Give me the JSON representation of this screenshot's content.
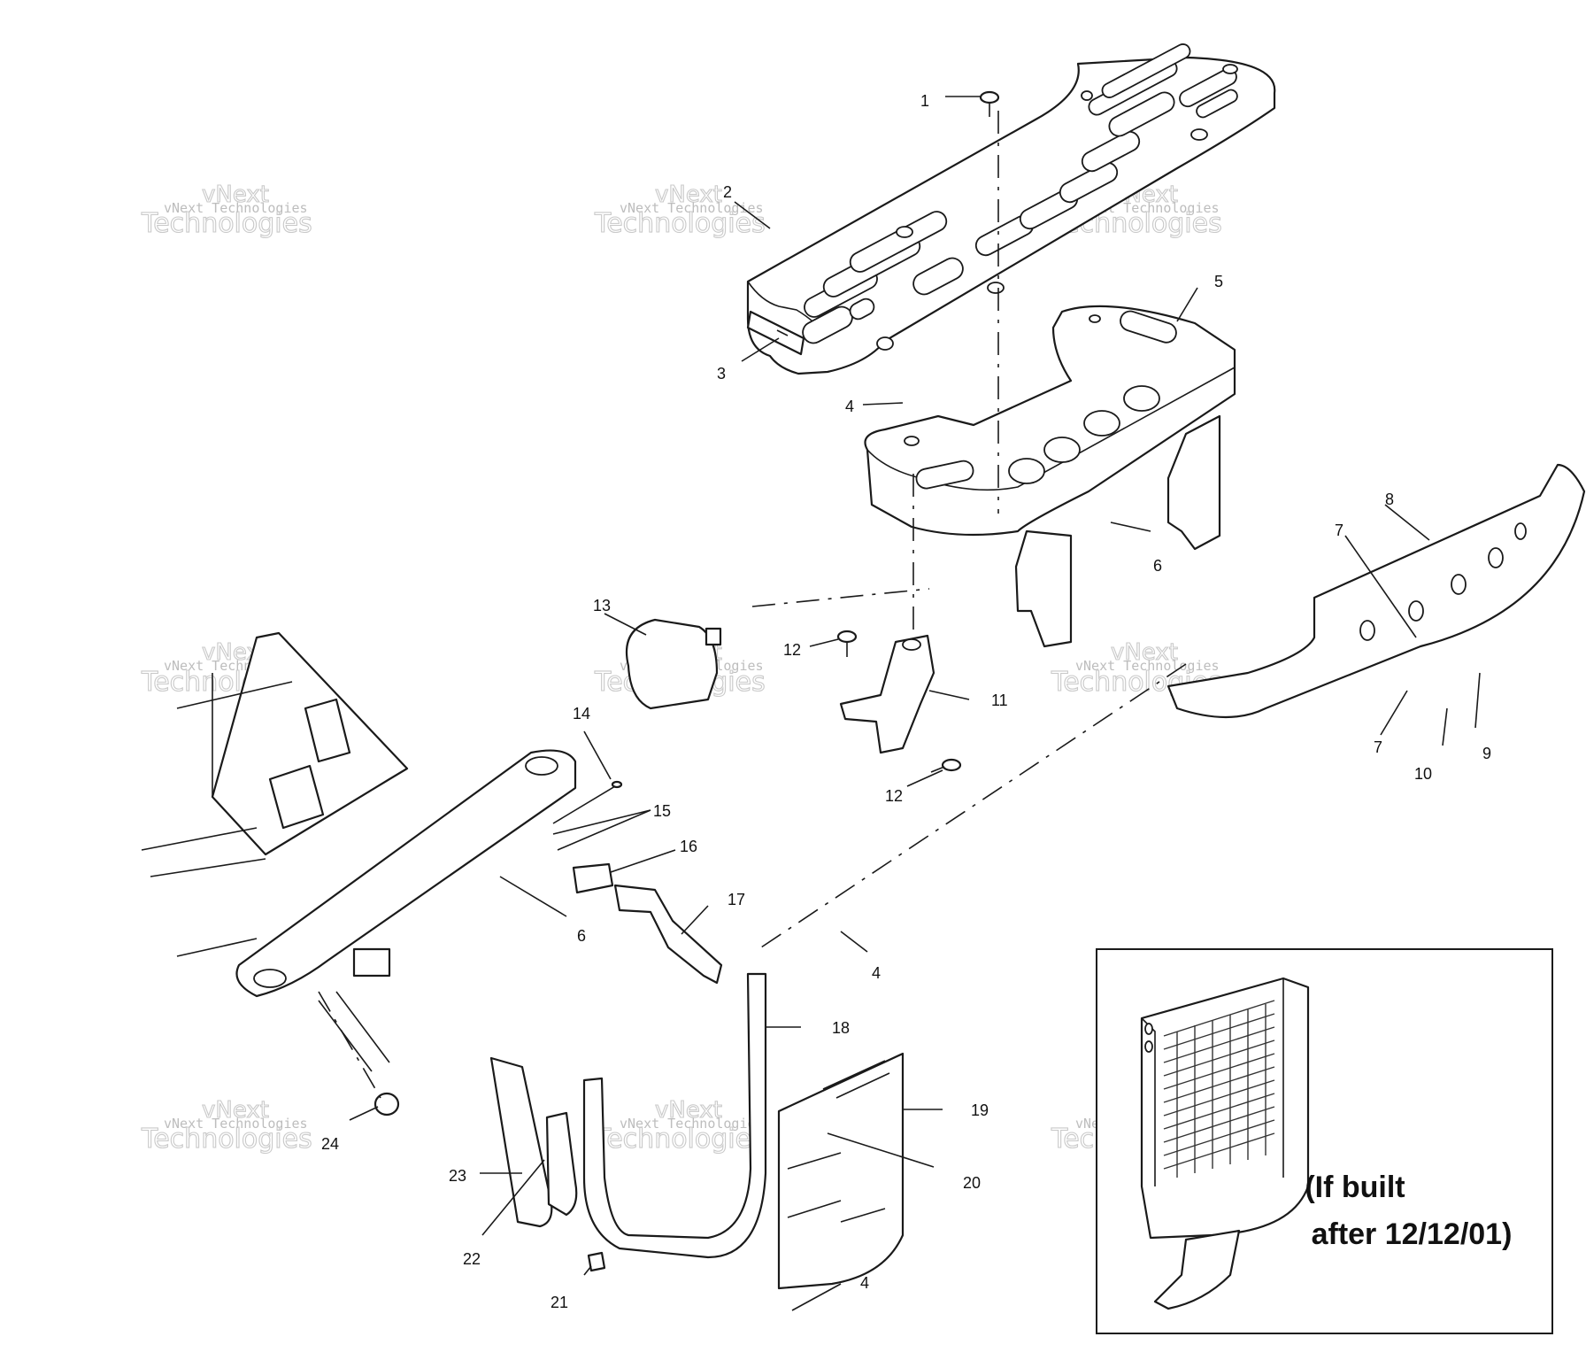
{
  "callouts": [
    {
      "id": "c1",
      "label": "1"
    },
    {
      "id": "c2",
      "label": "2"
    },
    {
      "id": "c3",
      "label": "3"
    },
    {
      "id": "c4a",
      "label": "4"
    },
    {
      "id": "c5",
      "label": "5"
    },
    {
      "id": "c6a",
      "label": "6"
    },
    {
      "id": "c7a",
      "label": "7"
    },
    {
      "id": "c8",
      "label": "8"
    },
    {
      "id": "c7b",
      "label": "7"
    },
    {
      "id": "c9",
      "label": "9"
    },
    {
      "id": "c10",
      "label": "10"
    },
    {
      "id": "c11",
      "label": "11"
    },
    {
      "id": "c12a",
      "label": "12"
    },
    {
      "id": "c12b",
      "label": "12"
    },
    {
      "id": "c13",
      "label": "13"
    },
    {
      "id": "c14",
      "label": "14"
    },
    {
      "id": "c15",
      "label": "15"
    },
    {
      "id": "c16",
      "label": "16"
    },
    {
      "id": "c6b",
      "label": "6"
    },
    {
      "id": "c17",
      "label": "17"
    },
    {
      "id": "c4b",
      "label": "4"
    },
    {
      "id": "c18",
      "label": "18"
    },
    {
      "id": "c19a",
      "label": "19"
    },
    {
      "id": "c20",
      "label": "20"
    },
    {
      "id": "c24",
      "label": "24"
    },
    {
      "id": "c23",
      "label": "23"
    },
    {
      "id": "c22",
      "label": "22"
    },
    {
      "id": "c21",
      "label": "21"
    },
    {
      "id": "c4c",
      "label": "4"
    },
    {
      "id": "c19b",
      "label": "19"
    }
  ],
  "inset": {
    "note_line1": "(If built",
    "note_line2": "after 12/12/01)"
  },
  "watermark": {
    "brand": "vNext",
    "word": "Technologies",
    "full": "vNext Technologies"
  }
}
